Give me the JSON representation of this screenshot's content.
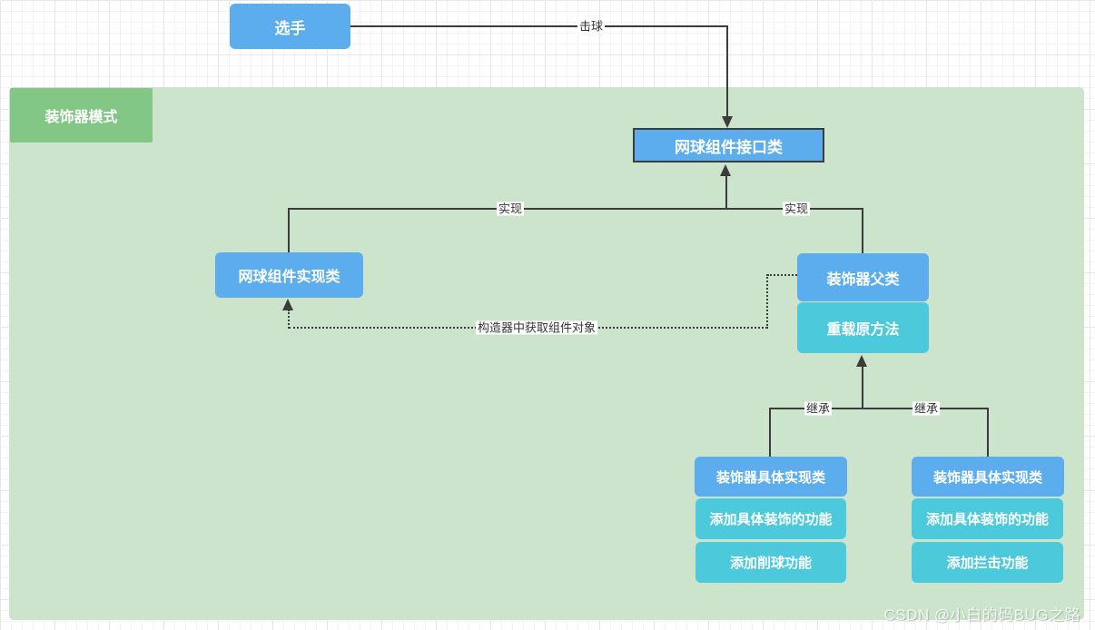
{
  "diagram": {
    "region_label": "装饰器模式",
    "watermark": "CSDN @小白的码BUG之路"
  },
  "nodes": {
    "player": {
      "label": "选手"
    },
    "interface_class": {
      "label": "网球组件接口类"
    },
    "implementation_class": {
      "label": "网球组件实现类"
    },
    "decorator_parent": {
      "label": "装饰器父类"
    },
    "override_method": {
      "label": "重载原方法"
    },
    "concrete_left": {
      "title": "装饰器具体实现类",
      "row2": "添加具体装饰的功能",
      "row3": "添加削球功能"
    },
    "concrete_right": {
      "title": "装饰器具体实现类",
      "row2": "添加具体装饰的功能",
      "row3": "添加拦击功能"
    }
  },
  "edges": {
    "hit_label": "击球",
    "implement_left_label": "实现",
    "implement_right_label": "实现",
    "constructor_label": "构造器中获取组件对象",
    "inherit_left_label": "继承",
    "inherit_right_label": "继承"
  },
  "colors": {
    "node-blue": "#5badee",
    "node-teal": "#4ccadb",
    "region-green": "#cce4cc",
    "label-green": "#82c785",
    "line-dark": "#3c3c3c",
    "edge-text": "#333333"
  }
}
